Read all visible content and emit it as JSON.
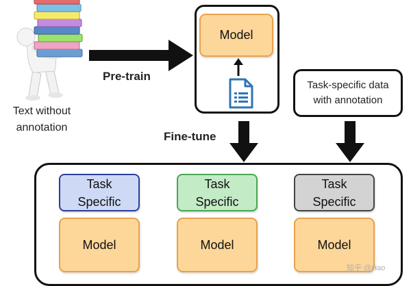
{
  "labels": {
    "text_without_line1": "Text without",
    "text_without_line2": "annotation",
    "pretrain": "Pre-train",
    "finetune": "Fine-tune",
    "task_data_line1": "Task-specific data",
    "task_data_line2": "with annotation"
  },
  "pretrain_model": "Model",
  "finetune_tasks": [
    {
      "task_line1": "Task",
      "task_line2": "Specific",
      "model": "Model",
      "color": "#cdd9f5"
    },
    {
      "task_line1": "Task",
      "task_line2": "Specific",
      "model": "Model",
      "color": "#c3ebc6"
    },
    {
      "task_line1": "Task",
      "task_line2": "Specific",
      "model": "Model",
      "color": "#d3d3d3"
    }
  ],
  "watermark": "知乎 @Hao",
  "colors": {
    "model_fill": "#fdd69a",
    "model_border": "#e9a14b",
    "document_icon": "#2e74b5",
    "arrow": "#111111"
  },
  "icons": [
    "book-stack-icon",
    "person-carrying-icon",
    "document-icon"
  ]
}
